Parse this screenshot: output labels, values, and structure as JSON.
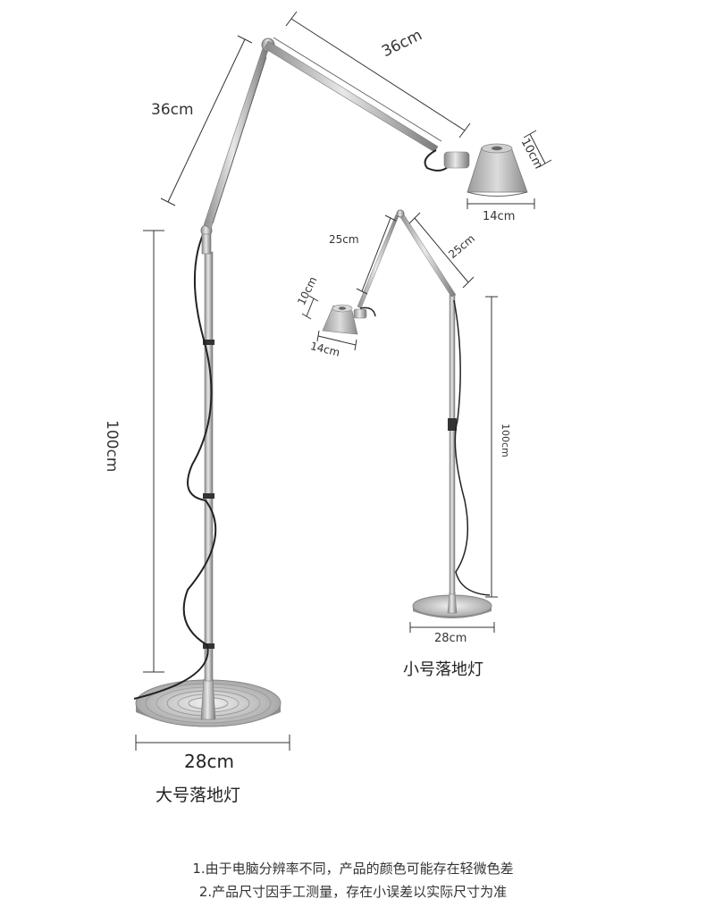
{
  "large_lamp": {
    "upper_arm": "36cm",
    "lower_arm": "36cm",
    "shade_height": "10cm",
    "shade_width": "14cm",
    "pole_height": "100cm",
    "base_width": "28cm",
    "name": "大号落地灯"
  },
  "small_lamp": {
    "upper_arm": "25cm",
    "lower_arm": "25cm",
    "shade_height": "10cm",
    "shade_width": "14cm",
    "pole_height": "100cm",
    "base_width": "28cm",
    "name": "小号落地灯"
  },
  "notes": [
    "1.由于电脑分辨率不同，产品的颜色可能存在轻微色差",
    "2.产品尺寸因手工测量，存在小误差以实际尺寸为准"
  ]
}
